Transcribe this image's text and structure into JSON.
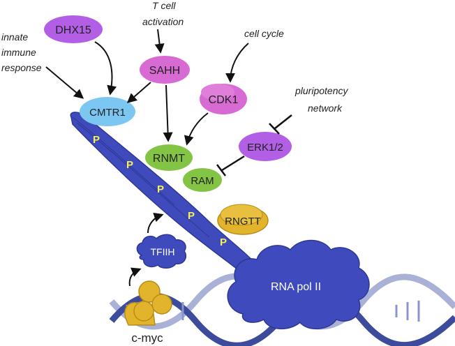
{
  "context_labels": {
    "innate": [
      "innate",
      "immune",
      "response"
    ],
    "tcell": [
      "T cell",
      "activation"
    ],
    "cellcycle": "cell cycle",
    "pluri": [
      "pluripotency",
      "network"
    ]
  },
  "nodes": {
    "dhx15": "DHX15",
    "sahh": "SAHH",
    "cdk1": "CDK1",
    "cmtr1": "CMTR1",
    "erk": "ERK1/2",
    "rnmt": "RNMT",
    "ram": "RAM",
    "rngtt": "RNGTT",
    "tfiih": "TFIIH",
    "polii": "RNA pol II",
    "cmyc": "c-myc"
  },
  "phospho_label": "P",
  "colors": {
    "purple": "#b25fe6",
    "pink": "#d86ad3",
    "light_blue": "#7cc6f2",
    "green": "#84c445",
    "gold": "#e2b42b",
    "navy": "#3f4bbd",
    "dna_dark": "#3d4b9c",
    "dna_light": "#a9b1d6",
    "phospho": "#f2f25a"
  }
}
